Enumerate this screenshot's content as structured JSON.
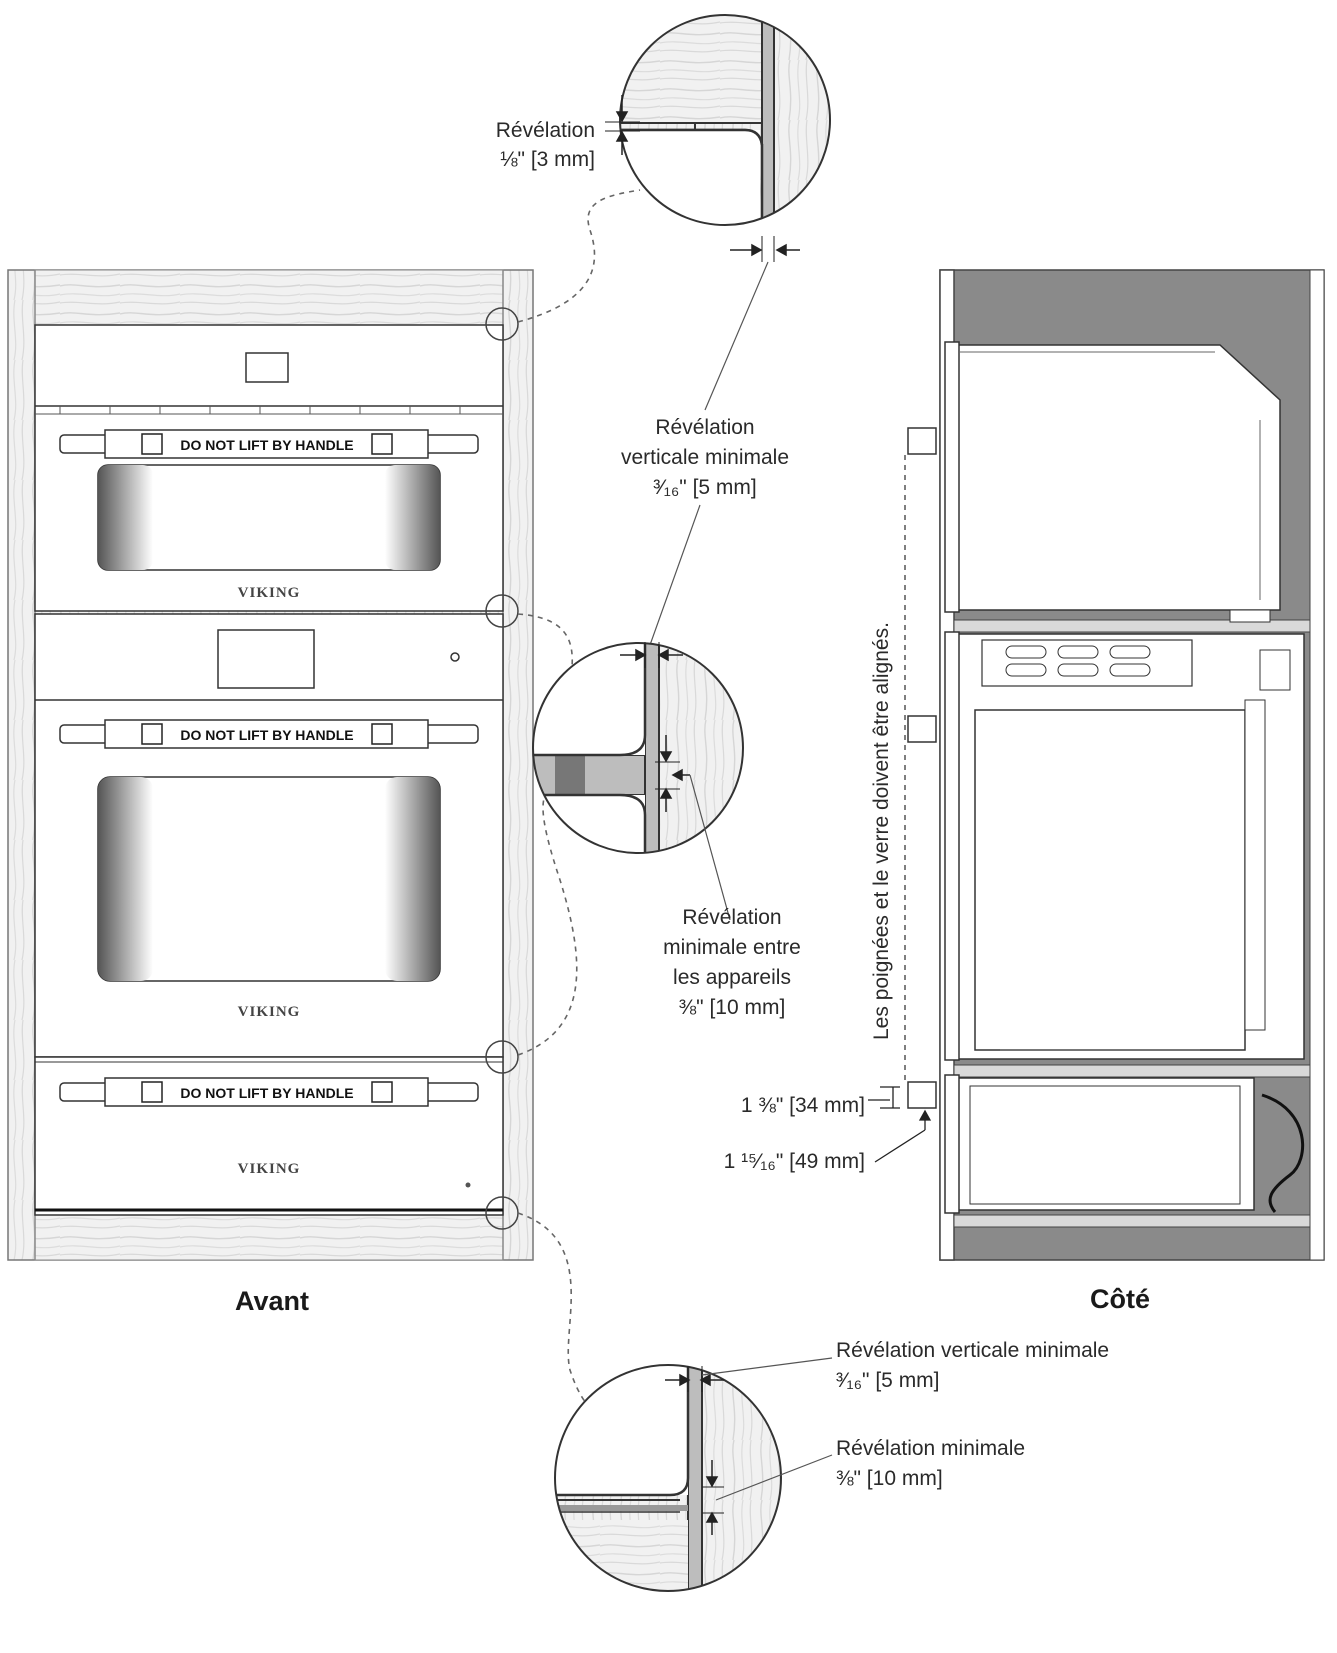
{
  "titles": {
    "front": "Avant",
    "side": "Côté"
  },
  "handle_label": "DO NOT LIFT BY HANDLE",
  "brand": "VIKING",
  "callouts": {
    "top_reveal": {
      "line1": "Révélation",
      "line2": "⅛\" [3 mm]"
    },
    "vertical_reveal": {
      "line1": "Révélation",
      "line2": "verticale minimale",
      "line3": "³⁄₁₆\" [5 mm]"
    },
    "between_reveal": {
      "line1": "Révélation",
      "line2": "minimale entre",
      "line3": "les appareils",
      "line4": "⅜\" [10 mm]"
    },
    "bottom_vertical": {
      "line1": "Révélation verticale minimale",
      "line2": "³⁄₁₆\" [5 mm]"
    },
    "bottom_min": {
      "line1": "Révélation minimale",
      "line2": "⅜\" [10 mm]"
    },
    "side_dim_a": "1 ⅜\" [34 mm]",
    "side_dim_b": "1 ¹⁵⁄₁₆\" [49 mm]",
    "align_note": "Les poignées et le verre doivent être alignés."
  }
}
